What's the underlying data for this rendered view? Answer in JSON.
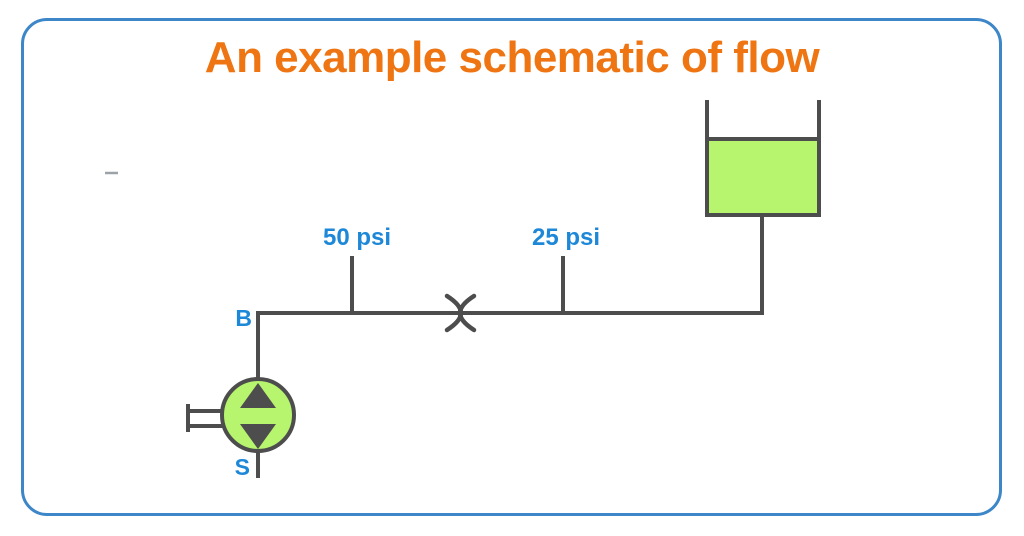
{
  "title": "An example schematic of flow",
  "diagram": {
    "type": "hydraulic-flow-schematic",
    "labels": {
      "pressure_upstream": "50 psi",
      "pressure_downstream": "25 psi",
      "pump_outlet_port": "B",
      "pump_suction_port": "S"
    },
    "components": [
      {
        "name": "pump-symbol",
        "description": "circular pump with up and down flow triangles and drive shaft",
        "ports": [
          "B",
          "S"
        ]
      },
      {
        "name": "orifice-valve",
        "description": "curved-cross restriction symbol in main pipe"
      },
      {
        "name": "reservoir-tank",
        "description": "open-top tank partially filled with fluid"
      },
      {
        "name": "gauge-stub-upstream",
        "reading": "50 psi"
      },
      {
        "name": "gauge-stub-downstream",
        "reading": "25 psi"
      }
    ]
  },
  "colors": {
    "border_blue": "#3d86c8",
    "title_orange": "#ee7512",
    "label_blue": "#1d87d8",
    "line_gray": "#4d4d4d",
    "fluid_green": "#b7f56f",
    "background": "#ffffff"
  }
}
